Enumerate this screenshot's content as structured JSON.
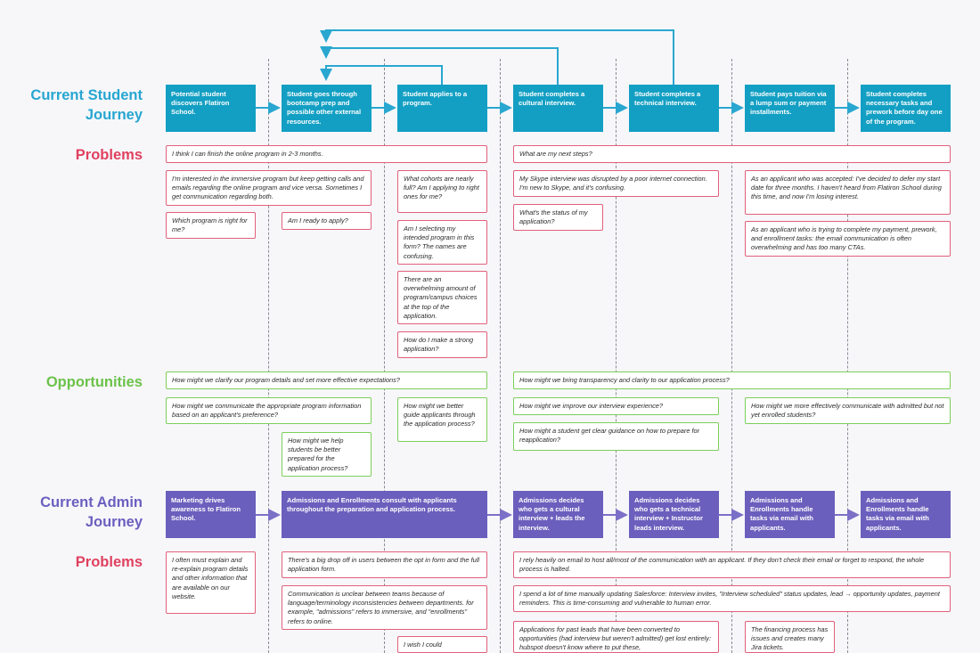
{
  "labels": {
    "student_journey": [
      "Current Student",
      "Journey"
    ],
    "problems": "Problems",
    "opportunities": "Opportunities",
    "admin_journey": [
      "Current Admin",
      "Journey"
    ],
    "admin_problems": "Problems"
  },
  "student_steps": [
    "Potential student discovers Flatiron School.",
    "Student goes through bootcamp prep and possible other external resources.",
    "Student applies to a program.",
    "Student completes a cultural interview.",
    "Student completes a technical interview.",
    "Student pays tuition via a lump sum or payment installments.",
    "Student completes necessary tasks and prework before day one of the program."
  ],
  "student_problems": [
    "I think I can finish the online program in 2-3 months.",
    "What are my next steps?",
    "I'm interested in the immersive program but keep getting calls and emails regarding the online program and vice versa. Sometimes I get communication regarding both.",
    "What cohorts are nearly full? Am I applying to right ones for me?",
    "My Skype interview was disrupted by a poor internet connection. I'm new to Skype, and it's confusing.",
    "As an applicant who was accepted: I've decided to defer my start date for three months. I haven't heard from Flatiron School during this time, and now I'm losing interest.",
    "Which program is right for me?",
    "Am I ready to apply?",
    "What's the status of my application?",
    "Am I selecting my intended program in this form? The names are confusing.",
    "As an applicant who is trying to complete my payment, prework, and enrollment tasks: the email communication is often overwhelming and has too many CTAs.",
    "There are an overwhelming amount of program/campus choices at the top of the application.",
    "How do I make a strong application?"
  ],
  "opportunities": [
    "How might we clarify our program details and set more effective expectations?",
    "How might we bring transparency and clarity to our application process?",
    "How might we communicate the appropriate program information based on an applicant's preference?",
    "How might we better guide applicants through the application process?",
    "How might we improve our interview experience?",
    "How might we more effectively communicate with admitted but not yet enrolled students?",
    "How might a student get clear guidance on how to prepare for reapplication?",
    "How might we help students be better prepared for the application process?"
  ],
  "admin_steps": [
    "Marketing drives awareness to Flatiron School.",
    "Admissions and Enrollments consult with applicants throughout the preparation and application process.",
    "Admissions decides who gets a cultural interview + leads the interview.",
    "Admissions decides who gets a technical interview + Instructor leads interview.",
    "Admissions and Enrollments handle tasks via email with applicants.",
    "Admissions and Enrollments handle tasks via email with applicants."
  ],
  "admin_problems": [
    "I often must explain and re-explain program details and other information that are available on our website.",
    "There's a big drop off in users between the opt in form and the full application form.",
    "I rely heavily on email to host all/most of the communication with an applicant. If they don't check their email or forget to respond, the whole process is halted.",
    "Communication is unclear between teams because of language/terminology inconsistencies between departments. for example, \"admissions\" refers to immersive, and \"enrollments\" refers to online.",
    "I spend a lot of time manually updating Salesforce: Interview invites, \"Interview scheduled\" status updates, lead → opportunity updates, payment reminders. This is time-consuming and vulnerable to human error.",
    "I wish I could",
    "Applications for past leads that have been converted to opportunities (had interview but weren't admitted) get lost entirely: hubspot doesn't know where to put these,",
    "The financing process has issues and creates many Jira tickets."
  ],
  "colors": {
    "student_card": "#139fc3",
    "admin_card": "#6a5fbd",
    "problem_border": "#e2607a",
    "opportunity_border": "#7ccf5a",
    "connector": "#29a7d0"
  }
}
